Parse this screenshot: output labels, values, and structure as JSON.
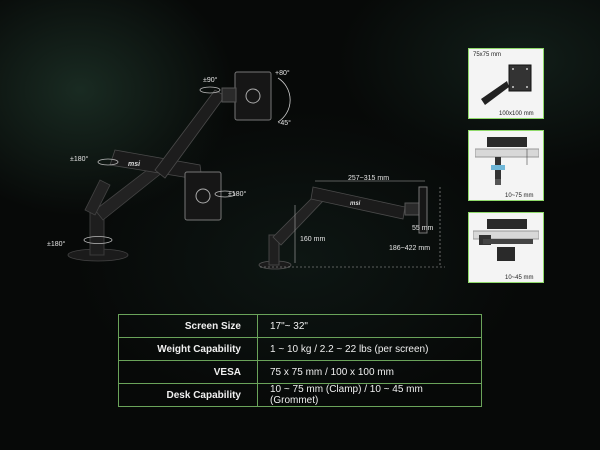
{
  "labels": {
    "left_rot_top": "±90°",
    "left_tilt_up": "+80°",
    "left_tilt_down": "-45°",
    "left_swivel_mid": "±180°",
    "left_swivel_right": "±180°",
    "left_swivel_base": "±180°",
    "mid_reach": "257~315 mm",
    "mid_depth": "55 mm",
    "mid_height": "160 mm",
    "mid_range": "186~422 mm"
  },
  "panels": [
    {
      "top_label": "75x75 mm",
      "bottom_label": "100x100 mm"
    },
    {
      "bottom_label": "10~75 mm"
    },
    {
      "bottom_label": "10~45 mm"
    }
  ],
  "brand": "msi",
  "specs": [
    {
      "key": "Screen Size",
      "value": "17\"~ 32\""
    },
    {
      "key": "Weight Capability",
      "value": "1 ~ 10 kg / 2.2 ~ 22 lbs (per screen)"
    },
    {
      "key": "VESA",
      "value": "75 x 75 mm  / 100 x 100 mm"
    },
    {
      "key": "Desk Capability",
      "value": "10 ~ 75 mm (Clamp) / 10 ~ 45 mm (Grommet)"
    }
  ]
}
